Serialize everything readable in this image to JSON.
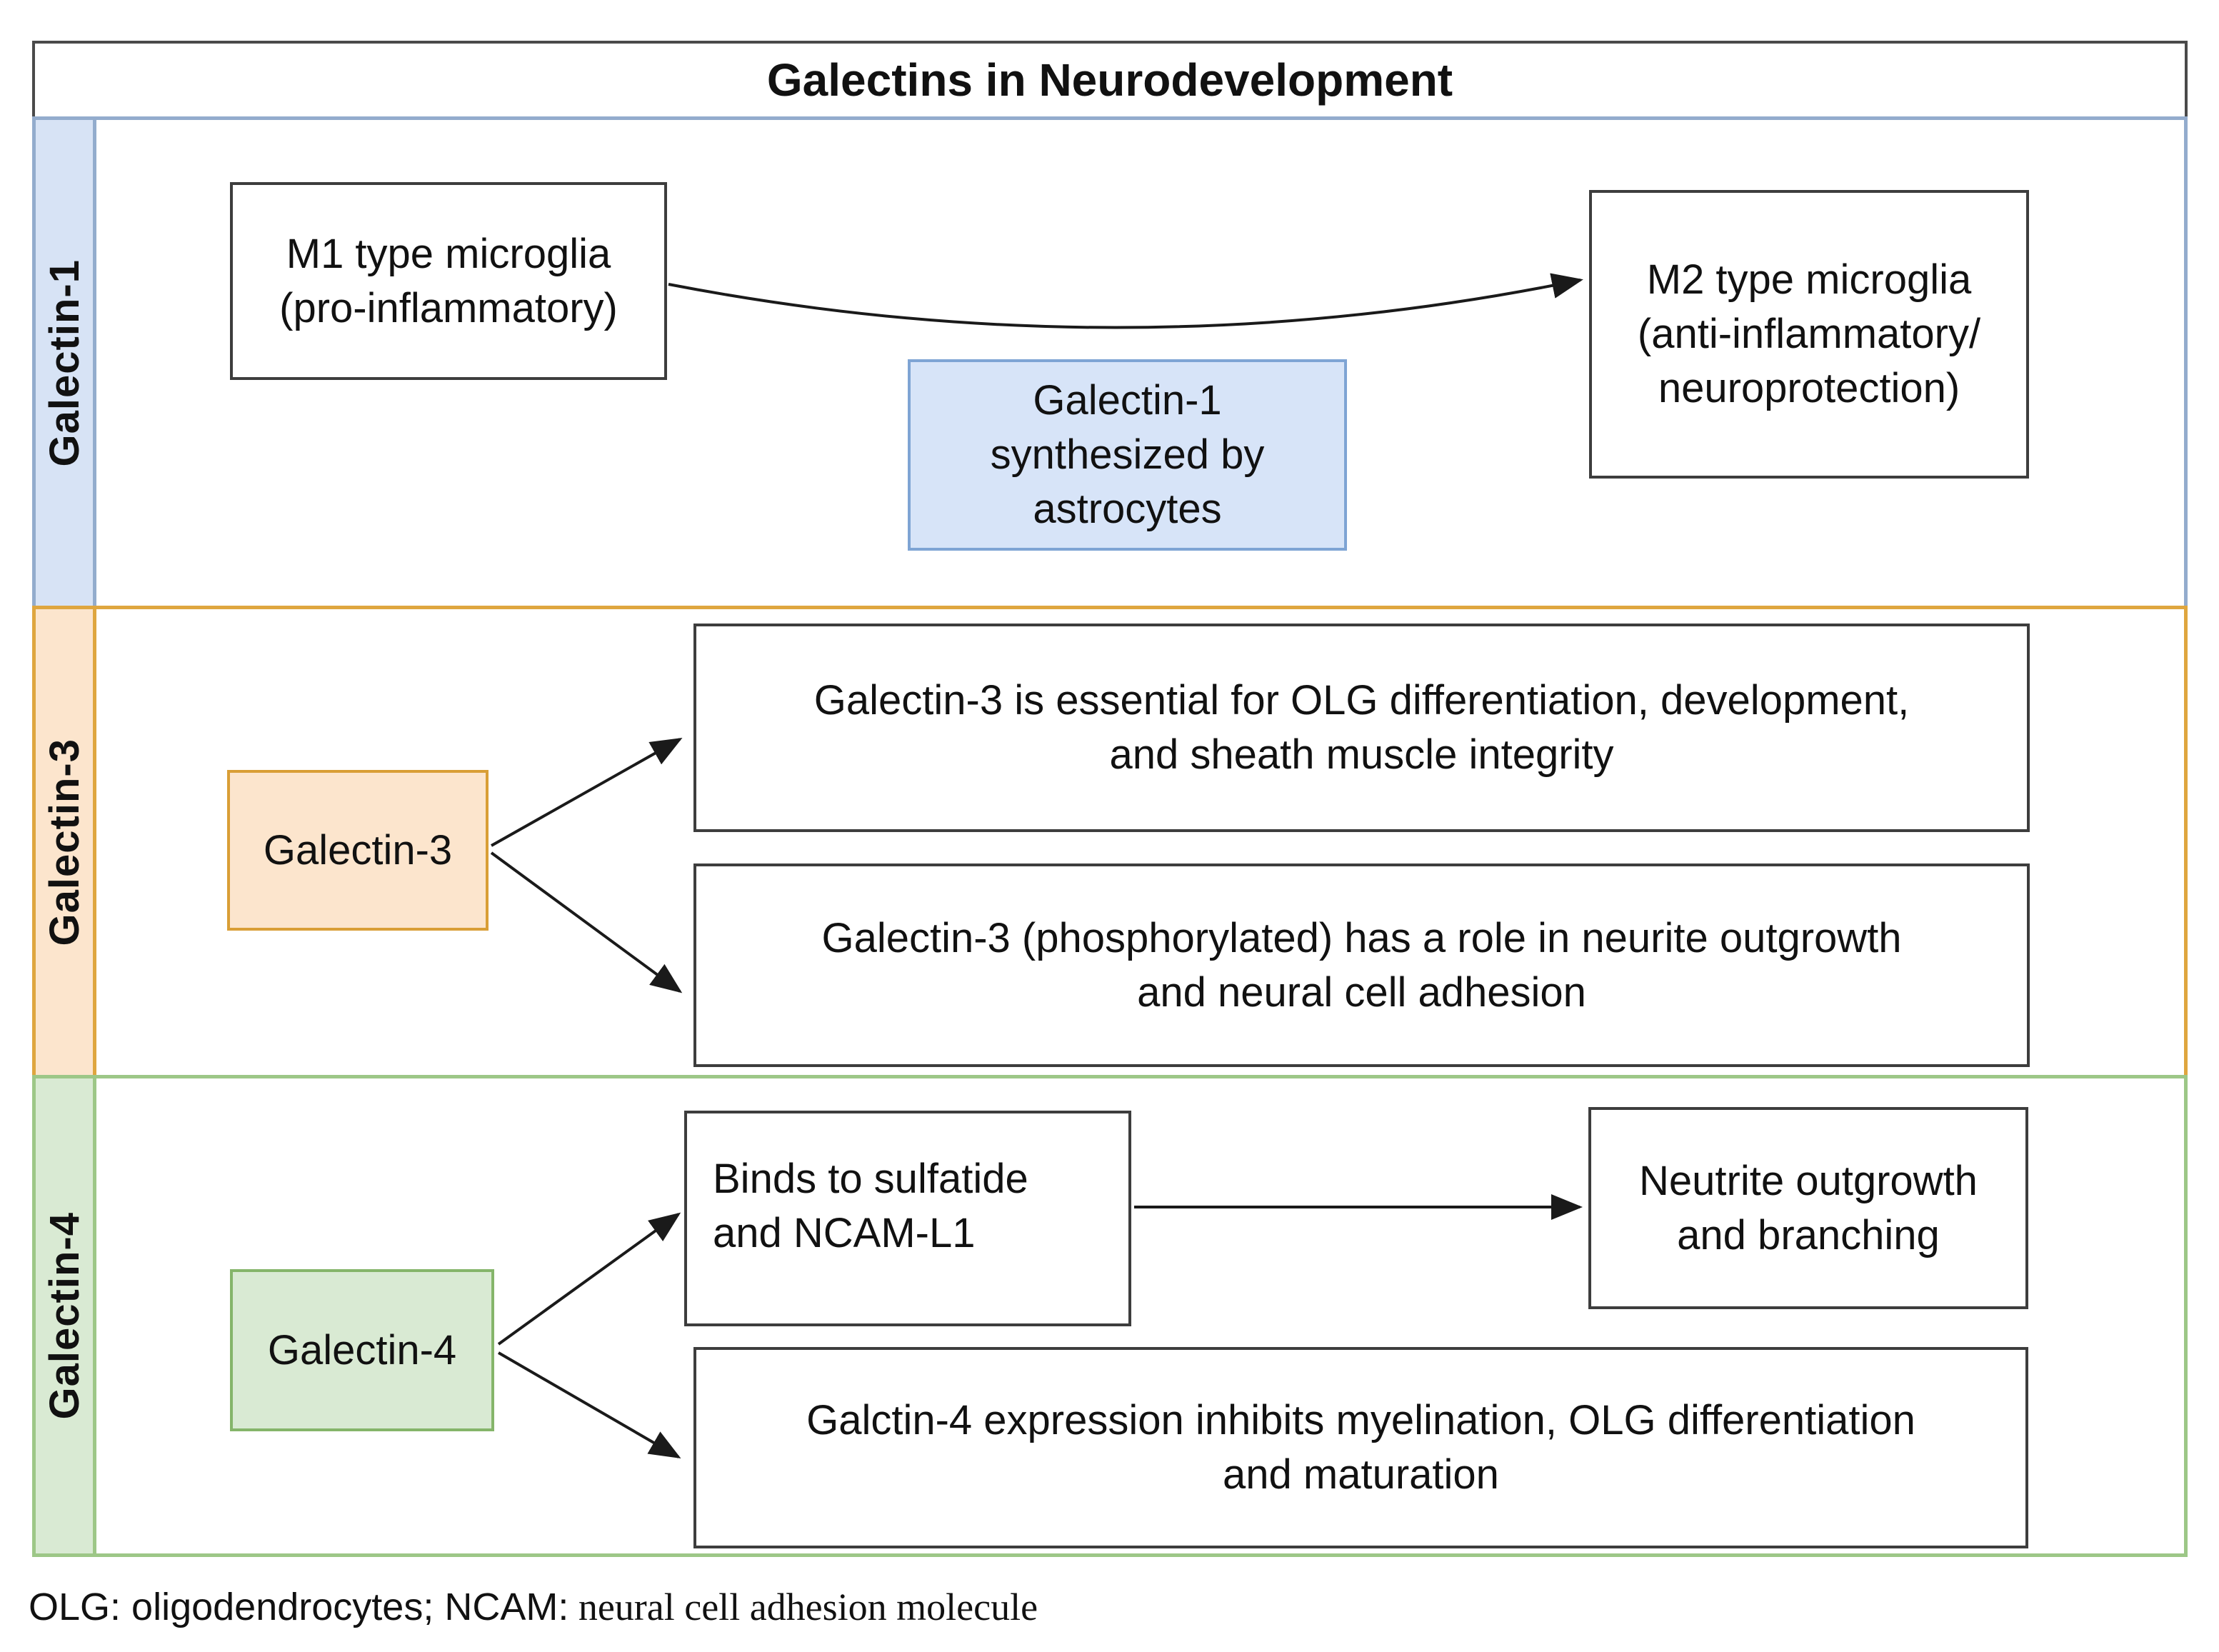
{
  "title": "Galectins in Neurodevelopment",
  "sidebar": {
    "galectin1": "Galectin-1",
    "galectin3": "Galectin-3",
    "galectin4": "Galectin-4"
  },
  "galectin1": {
    "m1": {
      "line1": "M1 type microglia",
      "line2": "(pro-inflammatory)"
    },
    "m2": {
      "line1": "M2 type microglia",
      "line2": "(anti-inflammatory/",
      "line3": "neuroprotection)"
    },
    "astrocytes": {
      "line1": "Galectin-1",
      "line2": "synthesized by",
      "line3": "astrocytes"
    }
  },
  "galectin3": {
    "label": "Galectin-3",
    "finding1": {
      "line1": "Galectin-3 is essential for OLG differentiation, development,",
      "line2": "and sheath muscle integrity"
    },
    "finding2": {
      "line1": "Galectin-3 (phosphorylated) has a role in neurite outgrowth",
      "line2": "and neural cell adhesion"
    }
  },
  "galectin4": {
    "label": "Galectin-4",
    "binds": {
      "line1": "Binds to sulfatide",
      "line2": "and NCAM-L1"
    },
    "outcome": {
      "line1": "Neutrite outgrowth",
      "line2": "and branching"
    },
    "finding": {
      "line1": "Galctin-4 expression inhibits myelination, OLG differentiation",
      "line2": "and maturation"
    }
  },
  "footer": {
    "sans_part": "OLG: oligodendrocytes; NCAM:",
    "serif_part": " neural cell adhesion molecule"
  },
  "connections": [
    {
      "from": "m1-microglia",
      "to": "m2-microglia",
      "style": "curved"
    },
    {
      "from": "galectin3-label",
      "to": "galectin3-finding1"
    },
    {
      "from": "galectin3-label",
      "to": "galectin3-finding2"
    },
    {
      "from": "galectin4-label",
      "to": "binds-sulfatide"
    },
    {
      "from": "galectin4-label",
      "to": "galectin4-finding"
    },
    {
      "from": "binds-sulfatide",
      "to": "neutrite-outgrowth"
    }
  ],
  "colors": {
    "frame": "#4a4a4a",
    "node_border": "#3d3d3d",
    "arrow": "#1a1a1a",
    "blue_line": "#93accd",
    "blue_fill": "#d7e3f5",
    "blue_node_border": "#7ea4d4",
    "blue_node_fill": "#d7e4f8",
    "orange_line": "#dfa63f",
    "orange_fill": "#fce5cd",
    "orange_node_border": "#d99e36",
    "green_line": "#9dc787",
    "green_fill": "#d9ead3",
    "green_node_border": "#85b56a"
  }
}
